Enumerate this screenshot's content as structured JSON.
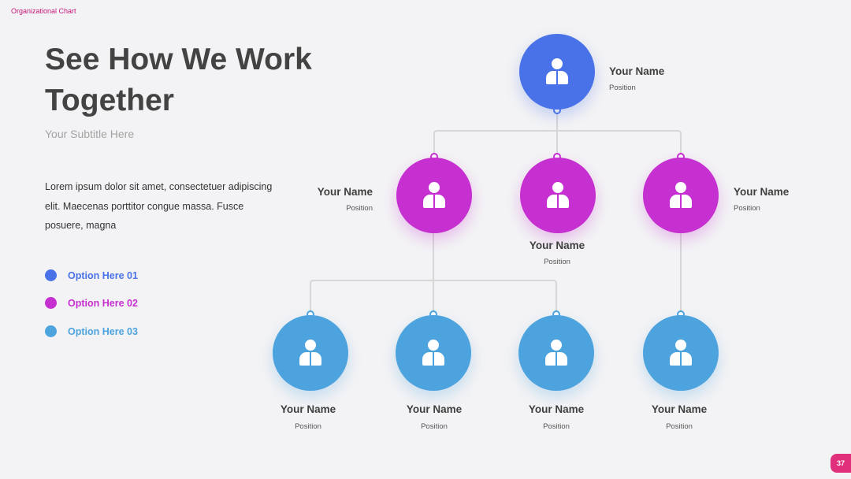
{
  "slide_tag": "Organizational Chart",
  "title": "See How We Work Together",
  "subtitle": "Your Subtitle Here",
  "body": "Lorem ipsum dolor sit amet, consectetuer adipiscing elit. Maecenas porttitor congue massa. Fusce posuere, magna",
  "options": [
    {
      "label": "Option Here 01",
      "color": "#4a72e8"
    },
    {
      "label": "Option Here 02",
      "color": "#c62fd0"
    },
    {
      "label": "Option Here 03",
      "color": "#4ca3de"
    }
  ],
  "colors": {
    "blue": "#4a72e8",
    "purple": "#c62fd0",
    "lightblue": "#4ca3de",
    "line": "#d6d6d6",
    "page_badge": "#e0307b"
  },
  "org": {
    "top": {
      "name": "Your Name",
      "position": "Position",
      "icon": "person-icon"
    },
    "level2": [
      {
        "name": "Your Name",
        "position": "Position",
        "icon": "person-icon"
      },
      {
        "name": "Your Name",
        "position": "Position",
        "icon": "person-icon"
      },
      {
        "name": "Your Name",
        "position": "Position",
        "icon": "person-icon"
      }
    ],
    "level3": [
      {
        "name": "Your Name",
        "position": "Position",
        "icon": "person-icon"
      },
      {
        "name": "Your Name",
        "position": "Position",
        "icon": "person-icon"
      },
      {
        "name": "Your Name",
        "position": "Position",
        "icon": "person-icon"
      },
      {
        "name": "Your Name",
        "position": "Position",
        "icon": "person-icon"
      }
    ]
  },
  "page_number": "37"
}
